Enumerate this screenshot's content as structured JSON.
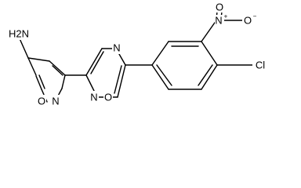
{
  "molecule": {
    "atoms": {
      "amino": "H2N",
      "furazan_o": "O",
      "furazan_n": "N",
      "oxadiazole_n_top": "N",
      "oxadiazole_n_bottom": "N",
      "oxadiazole_o": "O",
      "nitro_n": "N",
      "nitro_n_charge": "+",
      "nitro_o_top": "O",
      "nitro_o_right": "O",
      "nitro_o_charge": "−",
      "chloro": "Cl"
    }
  }
}
